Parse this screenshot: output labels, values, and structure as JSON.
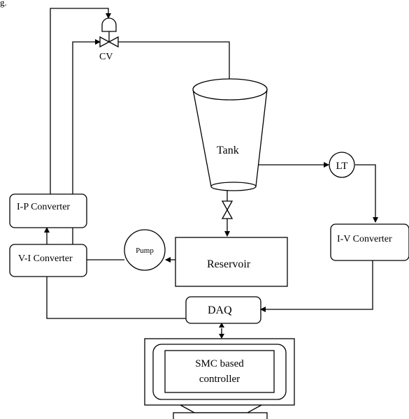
{
  "top_label": "g.",
  "labels": {
    "cv": "CV",
    "tank": "Tank",
    "lt": "LT",
    "ip_converter": "I-P Converter",
    "vi_converter": "V-I Converter",
    "iv_converter": "I-V Converter",
    "pump": "Pump",
    "reservoir": "Reservoir",
    "daq": "DAQ",
    "controller_line1": "SMC based",
    "controller_line2": "controller"
  }
}
